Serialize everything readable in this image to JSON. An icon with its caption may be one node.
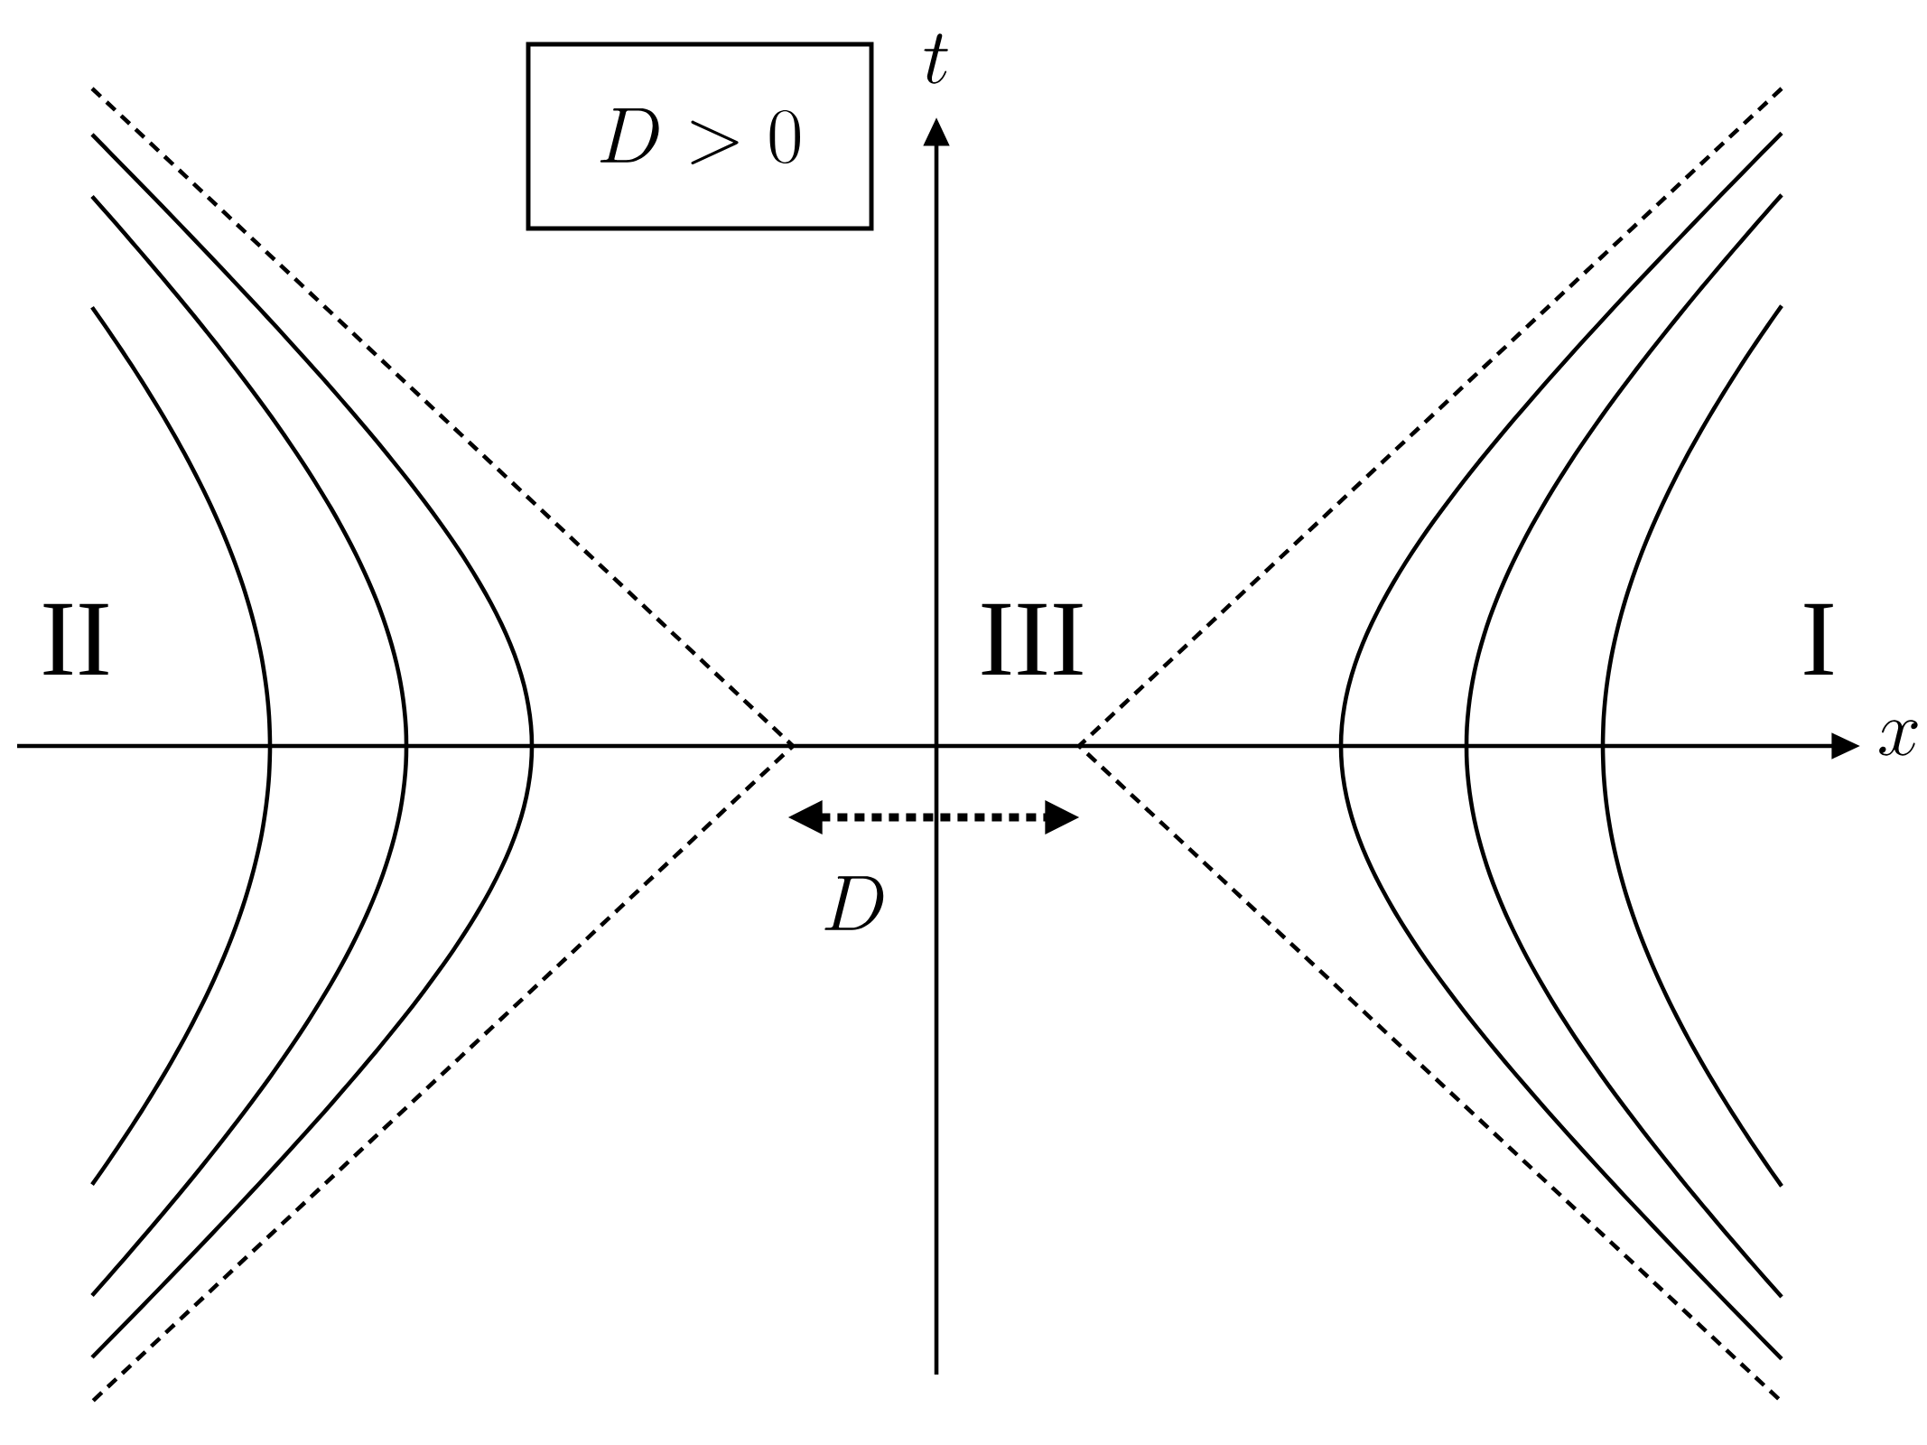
{
  "diagram": {
    "nodes": [
      {
        "text": [
          "D > 0"
        ]
      }
    ],
    "labels": [
      "t",
      "II",
      "III",
      "I",
      "x",
      "D"
    ]
  }
}
